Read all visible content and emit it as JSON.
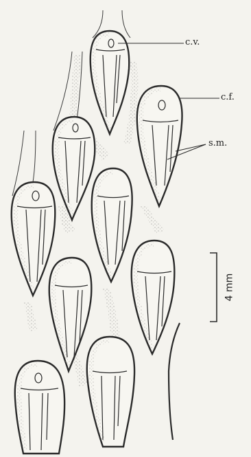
{
  "labels": {
    "cv": "c.v.",
    "cf": "c.f.",
    "sm": "s.m."
  },
  "scale_bar": {
    "label": "4 mm"
  },
  "colors": {
    "ink": "#2a2a2a",
    "paper": "#f4f3ee",
    "stipple": "#8a8a86"
  }
}
